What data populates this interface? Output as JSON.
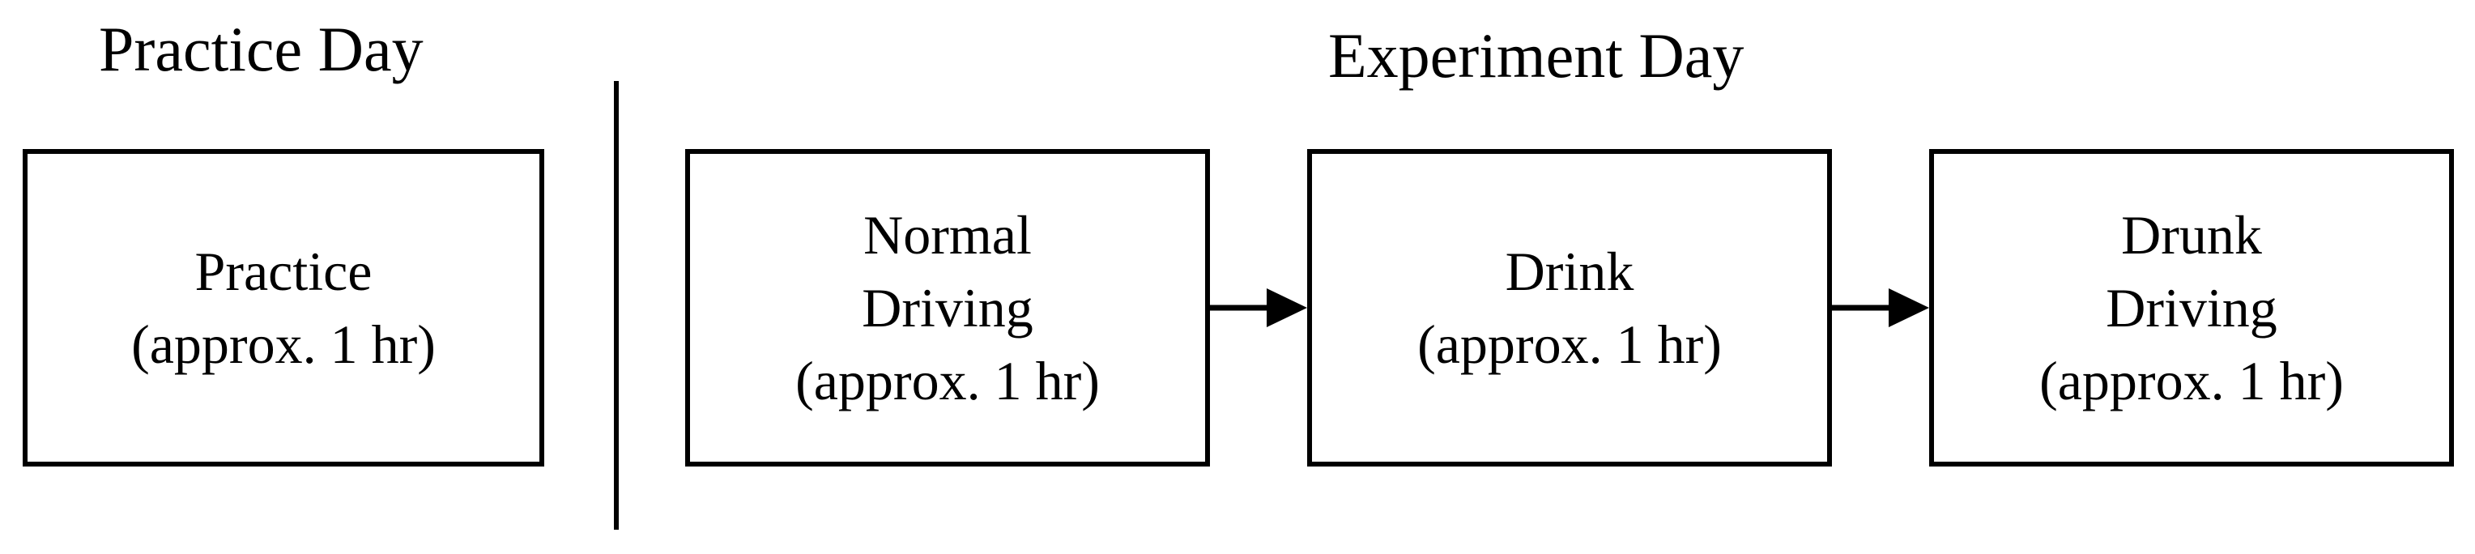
{
  "headings": {
    "practice_day": "Practice Day",
    "experiment_day": "Experiment Day"
  },
  "steps": [
    {
      "lines": [
        "Practice",
        "(approx. 1 hr)"
      ]
    },
    {
      "lines": [
        "Normal",
        "Driving",
        "(approx. 1 hr)"
      ]
    },
    {
      "lines": [
        "Drink",
        "(approx. 1 hr)"
      ]
    },
    {
      "lines": [
        "Drunk",
        "Driving",
        "(approx. 1 hr)"
      ]
    }
  ]
}
